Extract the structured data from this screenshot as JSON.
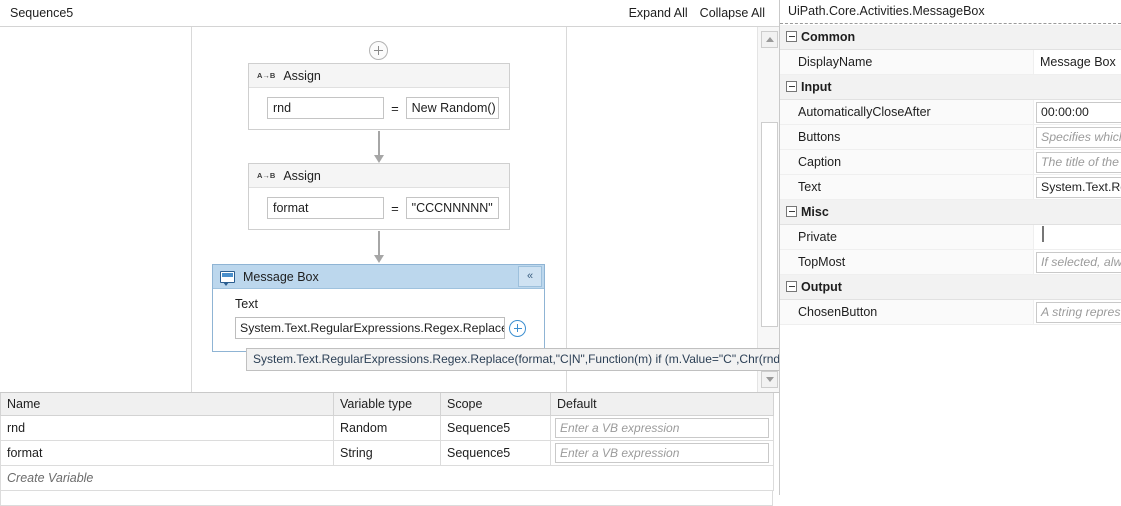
{
  "breadcrumb": {
    "path": "Sequence5",
    "expand_all": "Expand All",
    "collapse_all": "Collapse All"
  },
  "designer": {
    "activities": [
      {
        "type": "assign",
        "icon": "assign-icon",
        "icon_glyph": "A→B",
        "title": "Assign",
        "left_expression": "rnd",
        "operator": "=",
        "right_expression": "New Random()"
      },
      {
        "type": "assign",
        "icon": "assign-icon",
        "icon_glyph": "A→B",
        "title": "Assign",
        "left_expression": "format",
        "operator": "=",
        "right_expression": "\"CCCNNNNN\""
      }
    ],
    "message_box": {
      "icon": "message-box-icon",
      "title": "Message Box",
      "collapse_glyph": "«",
      "field_label": "Text",
      "field_value": "System.Text.RegularExpressions.Regex.Replace(forr",
      "plus_button": "+"
    },
    "expression_tooltip": "System.Text.RegularExpressions.Regex.Replace(format,\"C|N\",Function(m) if (m.Value=\"C\",Chr(rnd.Next(65,90)).ToString ,if(m.Value=\"N\",Chr(rnd.Next(48,57)),\"-\")))"
  },
  "variables_panel": {
    "columns": [
      "Name",
      "Variable type",
      "Scope",
      "Default"
    ],
    "rows": [
      {
        "name": "rnd",
        "type": "Random",
        "scope": "Sequence5",
        "default_placeholder": "Enter a VB expression"
      },
      {
        "name": "format",
        "type": "String",
        "scope": "Sequence5",
        "default_placeholder": "Enter a VB expression"
      }
    ],
    "create_variable": "Create Variable"
  },
  "properties": {
    "title": "UiPath.Core.Activities.MessageBox",
    "groups": [
      {
        "name": "Common",
        "rows": [
          {
            "label": "DisplayName",
            "value": "Message Box",
            "kind": "plain"
          }
        ]
      },
      {
        "name": "Input",
        "rows": [
          {
            "label": "AutomaticallyCloseAfter",
            "value": "00:00:00",
            "kind": "field"
          },
          {
            "label": "Buttons",
            "value": "Specifies whicl",
            "kind": "hint"
          },
          {
            "label": "Caption",
            "value": "The title of the",
            "kind": "hint"
          },
          {
            "label": "Text",
            "value": "System.Text.Re",
            "kind": "field"
          }
        ]
      },
      {
        "name": "Misc",
        "rows": [
          {
            "label": "Private",
            "value": "",
            "kind": "checkbox"
          },
          {
            "label": "TopMost",
            "value": "If selected, alw",
            "kind": "hint"
          }
        ]
      },
      {
        "name": "Output",
        "rows": [
          {
            "label": "ChosenButton",
            "value": "A string repres",
            "kind": "hint"
          }
        ]
      }
    ]
  },
  "colors": {
    "selection_header": "#bcd7ed",
    "selection_border": "#8fb4d4",
    "accent_blue": "#3d8fd0",
    "group_header_bg": "#f2f2f2"
  }
}
